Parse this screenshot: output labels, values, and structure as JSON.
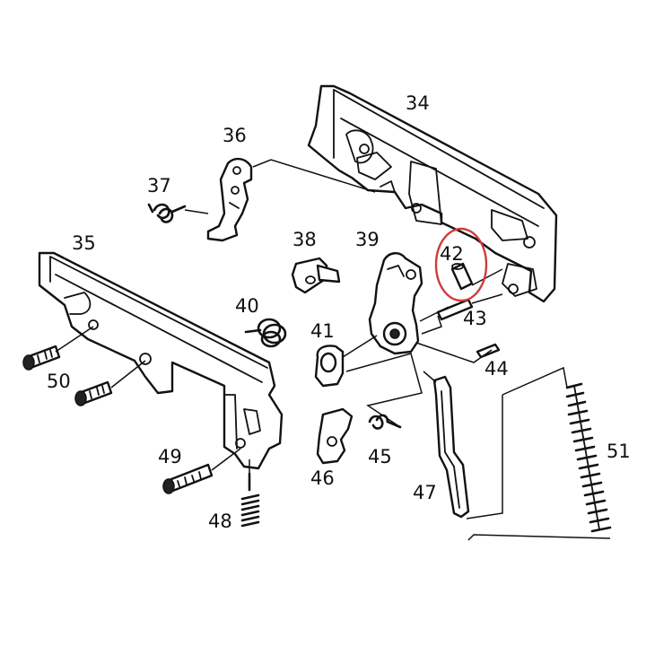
{
  "parts": [
    {
      "id": "34",
      "label": "34"
    },
    {
      "id": "35",
      "label": "35"
    },
    {
      "id": "36",
      "label": "36"
    },
    {
      "id": "37",
      "label": "37"
    },
    {
      "id": "38",
      "label": "38"
    },
    {
      "id": "39",
      "label": "39"
    },
    {
      "id": "40",
      "label": "40"
    },
    {
      "id": "41",
      "label": "41"
    },
    {
      "id": "42",
      "label": "42"
    },
    {
      "id": "43",
      "label": "43"
    },
    {
      "id": "44",
      "label": "44"
    },
    {
      "id": "45",
      "label": "45"
    },
    {
      "id": "46",
      "label": "46"
    },
    {
      "id": "47",
      "label": "47"
    },
    {
      "id": "48",
      "label": "48"
    },
    {
      "id": "49",
      "label": "49"
    },
    {
      "id": "50",
      "label": "50"
    },
    {
      "id": "51",
      "label": "51"
    }
  ],
  "highlighted_part": "42",
  "colors": {
    "line": "#111111",
    "highlight": "#d23a3a",
    "background": "#ffffff"
  }
}
